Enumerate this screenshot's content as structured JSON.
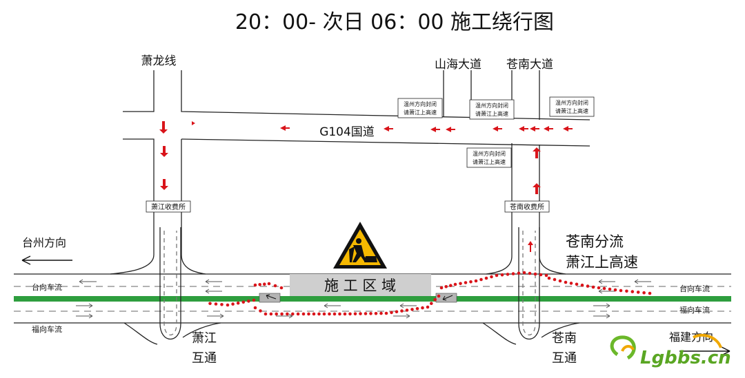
{
  "title": "20：00- 次日 06：00 施工绕行图",
  "roads": {
    "xiaolong": "萧龙线",
    "shanhai": "山海大道",
    "cangnan_ave": "苍南大道",
    "g104": "G104国道"
  },
  "toll": {
    "xiaojiang": "萧江收费所",
    "cangnan": "苍南收费所"
  },
  "signs": {
    "closed_line1": "温州方向封闭",
    "closed_line2": "请萧江上高速"
  },
  "directions": {
    "taizhou": "台州方向",
    "fuzhou": "福建方向"
  },
  "flows": {
    "tai": "台向车流",
    "fu": "福向车流"
  },
  "construction": {
    "zone": "施 工 区 域"
  },
  "interchanges": {
    "xiaojiang_1": "萧江",
    "xiaojiang_2": "互通",
    "cangnan_1": "苍南",
    "cangnan_2": "互通"
  },
  "diversion": {
    "line1": "苍南分流",
    "line2": "萧江上高速"
  },
  "watermark": "Lgbbs.cn",
  "colors": {
    "median": "#2e9e3e",
    "route": "#d9141a",
    "warning": "#f5b800",
    "zone": "#cfcfcf"
  }
}
